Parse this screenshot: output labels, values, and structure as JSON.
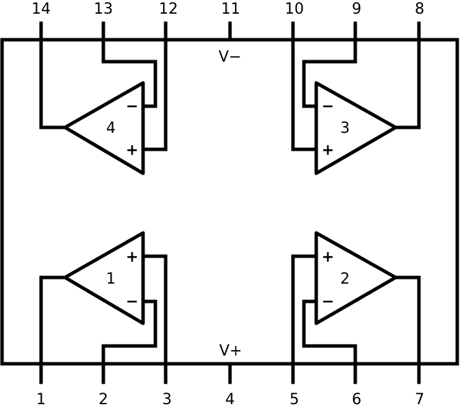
{
  "pins_top": [
    "14",
    "13",
    "12",
    "11",
    "10",
    "9",
    "8"
  ],
  "pins_bottom": [
    "1",
    "2",
    "3",
    "4",
    "5",
    "6",
    "7"
  ],
  "supply": {
    "negative": "V−",
    "positive": "V+"
  },
  "amplifiers": [
    {
      "label": "4",
      "inputs": {
        "plus": "+",
        "minus": "−"
      }
    },
    {
      "label": "3",
      "inputs": {
        "plus": "+",
        "minus": "−"
      }
    },
    {
      "label": "1",
      "inputs": {
        "plus": "+",
        "minus": "−"
      }
    },
    {
      "label": "2",
      "inputs": {
        "plus": "+",
        "minus": "−"
      }
    }
  ]
}
